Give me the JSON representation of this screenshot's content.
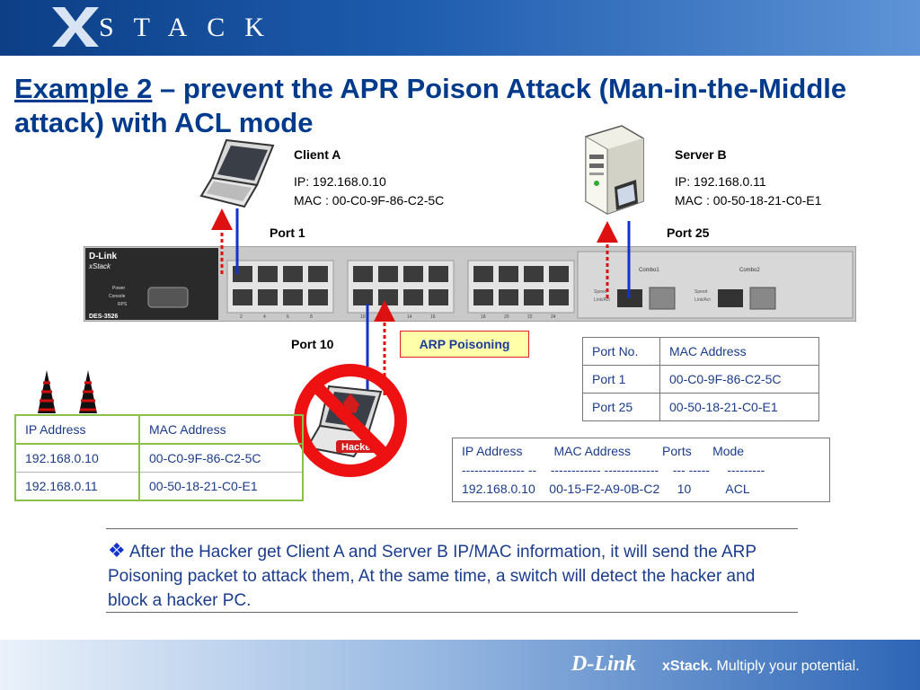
{
  "header": {
    "brand": "STACK",
    "brand_color": "#ffffff",
    "accent": "#0c3f86"
  },
  "title": {
    "highlight": "Example 2",
    "rest": " – prevent the APR Poison Attack (Man-in-the-Middle attack) with ACL mode"
  },
  "client": {
    "name": "Client A",
    "ip": "IP: 192.168.0.10",
    "mac": "MAC : 00-C0-9F-86-C2-5C",
    "icon": "laptop-icon"
  },
  "server": {
    "name": "Server B",
    "ip": "IP: 192.168.0.11",
    "mac": "MAC : 00-50-18-21-C0-E1",
    "icon": "server-icon"
  },
  "ports": {
    "port1": "Port 1",
    "port25": "Port 25",
    "port10": "Port 10"
  },
  "switch": {
    "brand": "D-Link",
    "series": "xStack",
    "model": "DES-3526",
    "leds": [
      "Power",
      "Console",
      "RPS"
    ],
    "port_numbers": [
      "2",
      "4",
      "6",
      "8",
      "10",
      "12",
      "14",
      "16",
      "18",
      "20",
      "22",
      "24"
    ],
    "combo_labels": [
      "Combo1",
      "Combo2"
    ],
    "speed_label": "Speed",
    "link_label": "Link/Act"
  },
  "arp_label": "ARP Poisoning",
  "hacker": {
    "label": "Hacker",
    "icon": "hacker-laptop-icon",
    "overlay": "no-entry-icon"
  },
  "left_table": {
    "headers": [
      "IP Address",
      "MAC Address"
    ],
    "rows": [
      [
        "192.168.0.10",
        "00-C0-9F-86-C2-5C"
      ],
      [
        "192.168.0.11",
        "00-50-18-21-C0-E1"
      ]
    ]
  },
  "port_table": {
    "headers": [
      "Port No.",
      "MAC Address"
    ],
    "rows": [
      [
        "Port 1",
        "00-C0-9F-86-C2-5C"
      ],
      [
        "Port 25",
        "00-50-18-21-C0-E1"
      ]
    ]
  },
  "acl": {
    "header": "IP Address         MAC Address         Ports      Mode",
    "separator": "--------------- --    ------------ -------------    --- -----     ---------",
    "row": "192.168.0.10    00-15-F2-A9-0B-C2     10          ACL"
  },
  "note": {
    "bullet": "❖",
    "text": "After the Hacker get Client A and Server B IP/MAC information, it will send the ARP Poisoning packet to attack them, At the same time, a switch will detect the hacker and block a hacker PC."
  },
  "footer": {
    "logo": "D-Link",
    "tagline_brand": "xStack.",
    "tagline": " Multiply your potential."
  },
  "colors": {
    "title": "#003a8c",
    "table_text": "#1a3c8e",
    "link_blue": "#1133cc",
    "attack_red": "#dd1111",
    "table_border_green": "#8cc04a"
  }
}
